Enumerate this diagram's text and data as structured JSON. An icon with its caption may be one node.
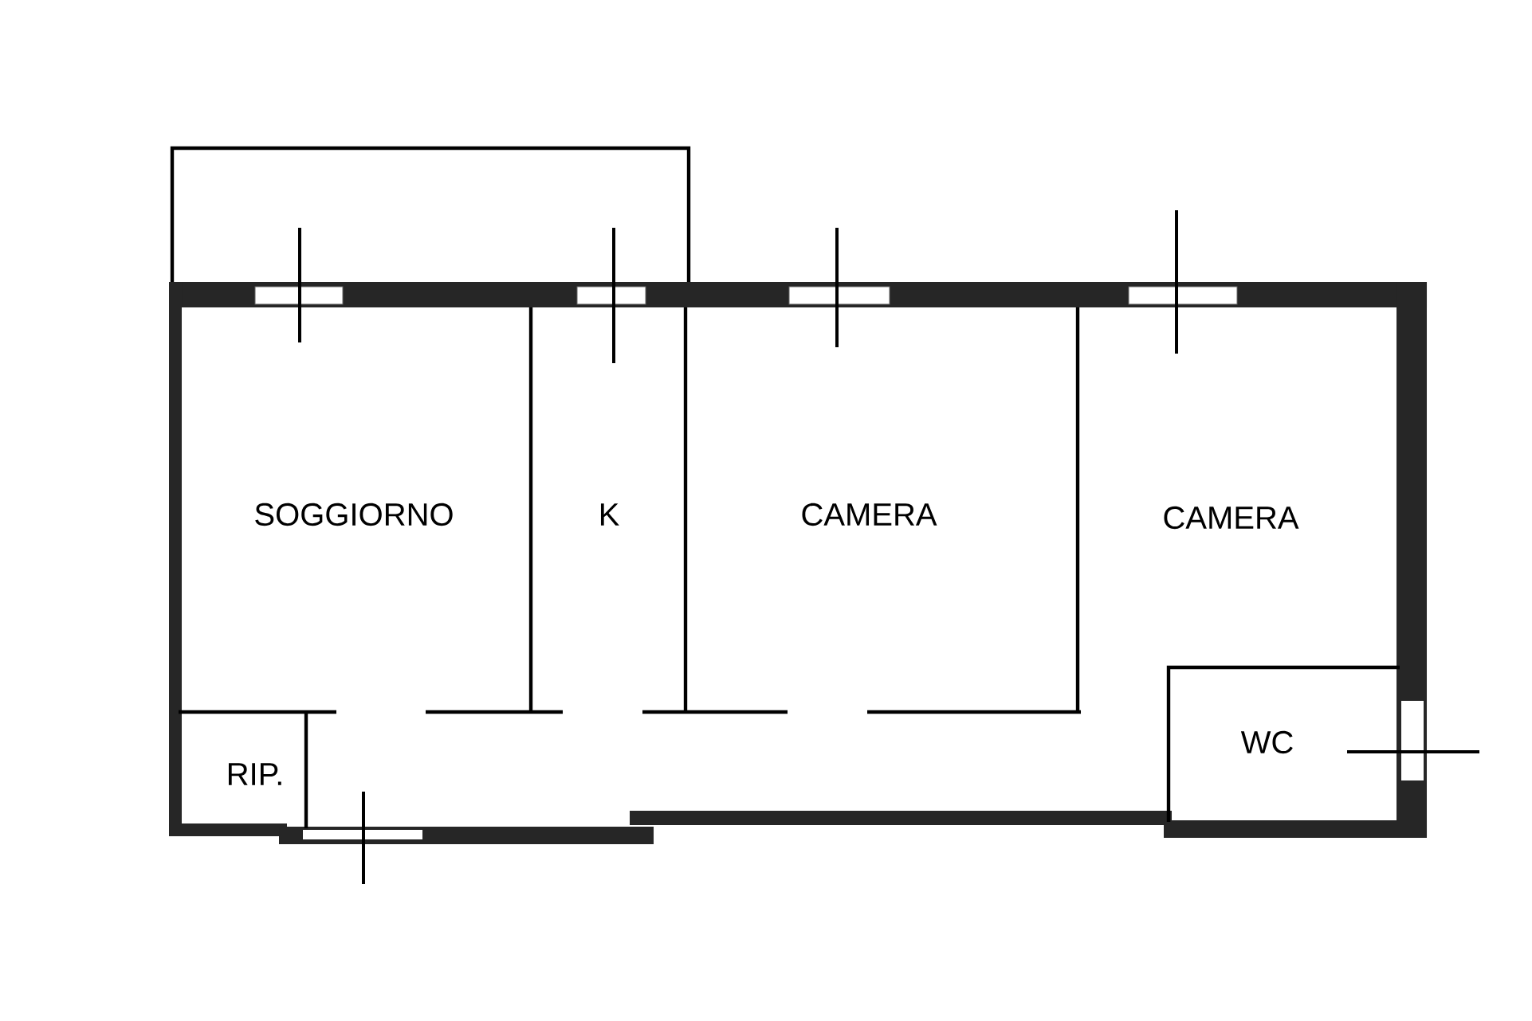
{
  "diagram": {
    "nodes": [
      {
        "text": [
          "SOGGIORNO"
        ]
      },
      {
        "text": [
          "K"
        ]
      },
      {
        "text": [
          "CAMERA"
        ]
      },
      {
        "text": [
          "CAMERA"
        ]
      },
      {
        "text": [
          "RIP."
        ]
      },
      {
        "text": [
          "WC"
        ]
      }
    ]
  }
}
